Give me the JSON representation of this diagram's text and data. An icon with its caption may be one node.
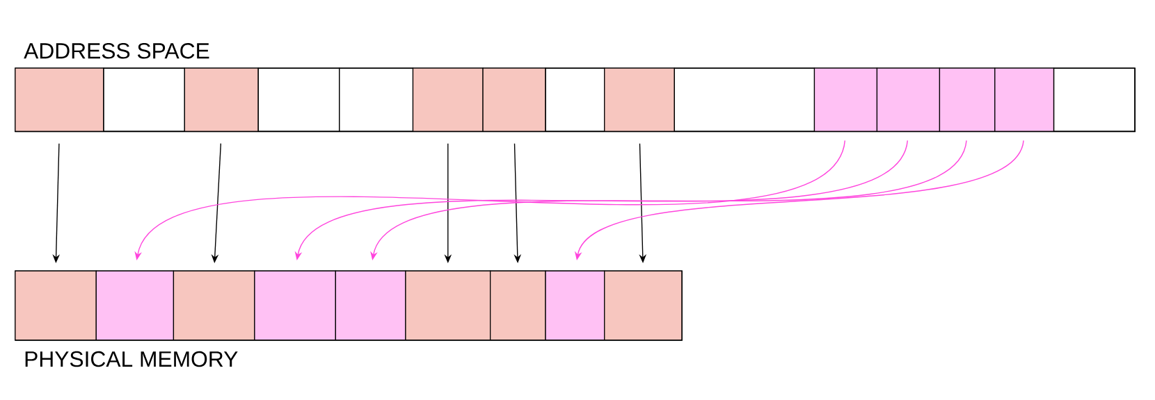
{
  "diagram": {
    "nodes": [
      {
        "text": [
          "ADDRESS SPACE"
        ]
      },
      {
        "text": [],
        "shape": "box",
        "in": 0
      },
      {
        "text": [],
        "shape": "box",
        "in": 0
      },
      {
        "text": [],
        "shape": "box",
        "in": 0
      },
      {
        "text": [],
        "shape": "box",
        "in": 0
      },
      {
        "text": [],
        "shape": "box",
        "in": 0
      },
      {
        "text": [],
        "shape": "box",
        "in": 0
      },
      {
        "text": [],
        "shape": "box",
        "in": 0
      },
      {
        "text": [],
        "shape": "box",
        "in": 0
      },
      {
        "text": [],
        "shape": "box",
        "in": 0
      },
      {
        "text": [],
        "shape": "box",
        "in": 0
      },
      {
        "text": [],
        "shape": "box",
        "in": 0
      },
      {
        "text": [],
        "shape": "box",
        "in": 0
      },
      {
        "text": [],
        "shape": "box",
        "in": 0
      },
      {
        "text": [],
        "shape": "box",
        "in": 0
      },
      {
        "text": [],
        "shape": "box",
        "in": 0
      },
      {
        "text": [
          "PHYSICAL MEMORY"
        ]
      },
      {
        "text": [],
        "shape": "box",
        "in": 16
      },
      {
        "text": [],
        "shape": "box",
        "in": 16
      },
      {
        "text": [],
        "shape": "box",
        "in": 16
      },
      {
        "text": [],
        "shape": "box",
        "in": 16
      },
      {
        "text": [],
        "shape": "box",
        "in": 16
      },
      {
        "text": [],
        "shape": "box",
        "in": 16
      },
      {
        "text": [],
        "shape": "box",
        "in": 16
      },
      {
        "text": [],
        "shape": "box",
        "in": 16
      },
      {
        "text": [],
        "shape": "box",
        "in": 16
      }
    ],
    "edges": [
      {
        "from": 1,
        "to": 17,
        "arrow": "to"
      },
      {
        "from": 3,
        "to": 19,
        "arrow": "to"
      },
      {
        "from": 6,
        "to": 22,
        "arrow": "to"
      },
      {
        "from": 7,
        "to": 23,
        "arrow": "to"
      },
      {
        "from": 9,
        "to": 25,
        "arrow": "to"
      },
      {
        "from": 11,
        "to": 18,
        "arrow": "to",
        "color": "#ff44dd"
      },
      {
        "from": 12,
        "to": 20,
        "arrow": "to",
        "color": "#ff44dd"
      },
      {
        "from": 13,
        "to": 21,
        "arrow": "to",
        "color": "#ff44dd"
      },
      {
        "from": 14,
        "to": 24,
        "arrow": "to",
        "color": "#ff44dd"
      }
    ]
  }
}
